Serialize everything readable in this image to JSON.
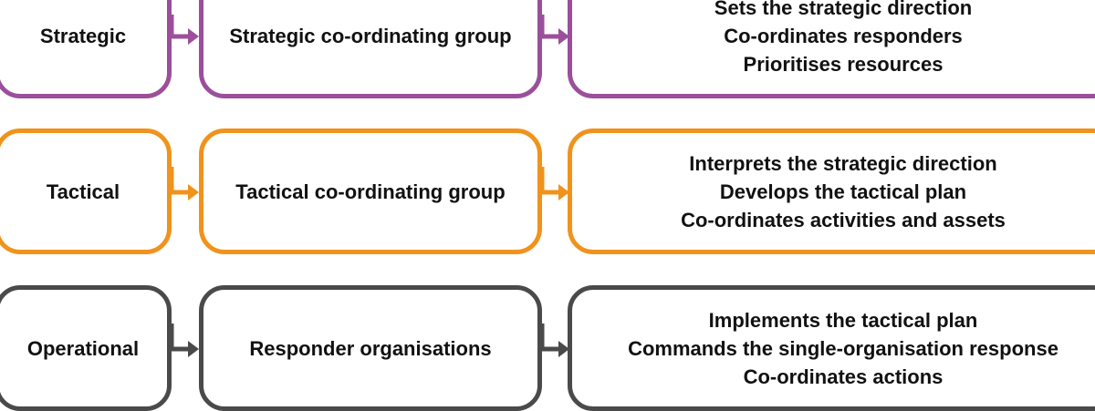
{
  "colors": {
    "strategic": "#9b4f9b",
    "tactical": "#f0931c",
    "operational": "#4a4a4a",
    "text": "#111111"
  },
  "rows": [
    {
      "level": "Strategic",
      "group": "Strategic co-ordinating group",
      "duties": [
        "Sets the strategic direction",
        "Co-ordinates responders",
        "Prioritises resources"
      ]
    },
    {
      "level": "Tactical",
      "group": "Tactical co-ordinating group",
      "duties": [
        "Interprets the strategic direction",
        "Develops the tactical plan",
        "Co-ordinates activities and assets"
      ]
    },
    {
      "level": "Operational",
      "group": "Responder organisations",
      "duties": [
        "Implements the tactical plan",
        "Commands the single-organisation response",
        "Co-ordinates actions"
      ]
    }
  ]
}
